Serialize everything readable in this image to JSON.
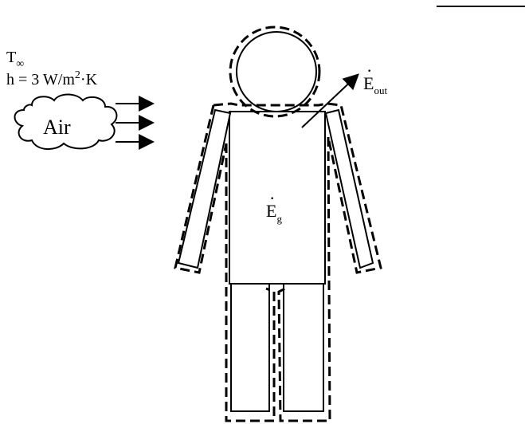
{
  "labels": {
    "t_symbol": "T",
    "t_subscript": "∞",
    "h_prefix": "h = 3 W/m",
    "h_superscript": "2",
    "h_suffix": "·K",
    "air": "Air",
    "e_out_symbol": "E",
    "e_out_subscript": "out",
    "e_g_symbol": "E",
    "e_g_subscript": "g",
    "dot_symbol": "·"
  },
  "icons": {
    "arrow": "arrow-right-icon",
    "cloud": "cloud-icon"
  }
}
